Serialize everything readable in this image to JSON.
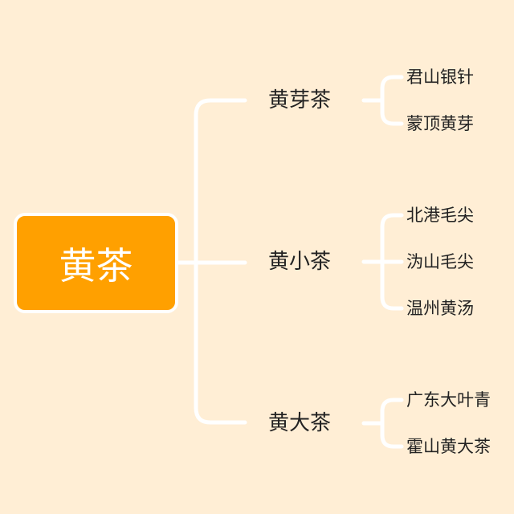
{
  "root": {
    "label": "黄茶"
  },
  "branches": [
    {
      "label": "黄芽茶",
      "children": [
        "君山银针",
        "蒙顶黄芽"
      ]
    },
    {
      "label": "黄小茶",
      "children": [
        "北港毛尖",
        "沩山毛尖",
        "温州黄汤"
      ]
    },
    {
      "label": "黄大茶",
      "children": [
        "广东大叶青",
        "霍山黄大茶"
      ]
    }
  ],
  "colors": {
    "background": "#FFEED5",
    "root_fill": "#FFA000",
    "connector": "#FFFFFF",
    "text": "#222222"
  }
}
